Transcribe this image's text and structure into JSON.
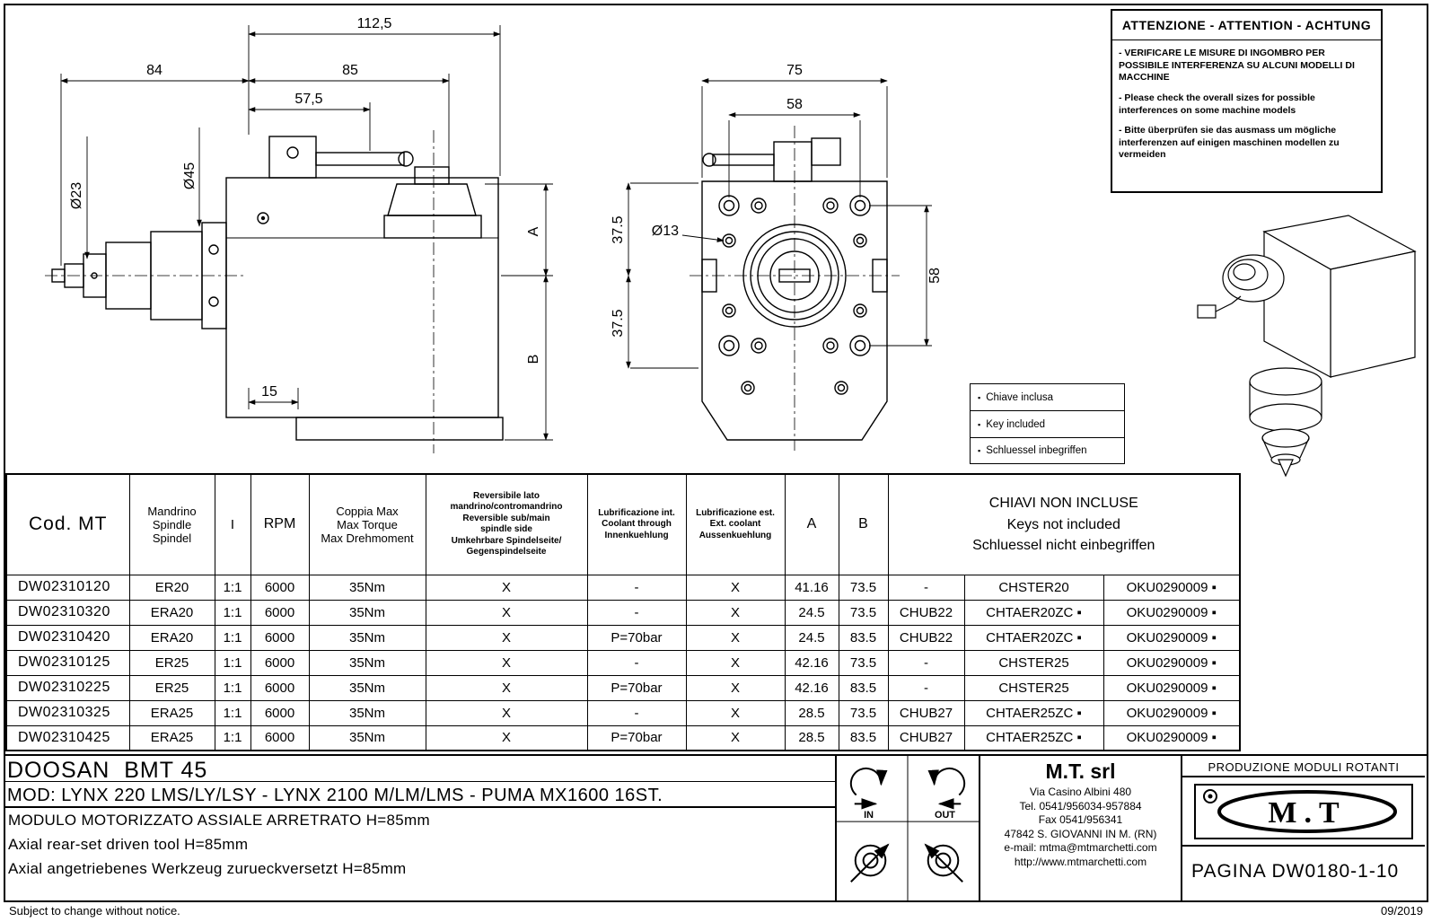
{
  "page": {
    "footnote": "Subject to change without notice.",
    "date": "09/2019"
  },
  "warning": {
    "title": "ATTENZIONE - ATTENTION - ACHTUNG",
    "items": [
      "- VERIFICARE LE MISURE DI INGOMBRO PER POSSIBILE INTERFERENZA SU ALCUNI MODELLI DI MACCHINE",
      "- Please check the overall sizes for possible interferences on some machine models",
      "- Bitte überprüfen sie das ausmass um mögliche interferenzen auf einigen maschinen modellen zu vermeiden"
    ]
  },
  "keybox": {
    "bullet": "▪",
    "items": [
      "Chiave inclusa",
      "Key included",
      "Schluessel inbegriffen"
    ]
  },
  "side_view": {
    "d1125": "112,5",
    "d84": "84",
    "d85": "85",
    "d575": "57,5",
    "d45": "Ø45",
    "d23": "Ø23",
    "d15": "15",
    "dA": "A",
    "dB": "B"
  },
  "front_view": {
    "d75": "75",
    "d58t": "58",
    "d13": "Ø13",
    "d375a": "37.5",
    "d375b": "37.5",
    "d58r": "58"
  },
  "icons": {
    "in_label": "IN",
    "out_label": "OUT"
  },
  "table": {
    "headers": {
      "cod": "Cod. MT",
      "mandrino": "Mandrino\nSpindle\nSpindel",
      "ratio": "I",
      "rpm": "RPM",
      "torque": "Coppia Max\nMax Torque\nMax Drehmoment",
      "reversible": "Reversibile lato\nmandrino/contromandrino\nReversible sub/main\nspindle side\nUmkehrbare Spindelseite/\nGegenspindelseite",
      "coolant_int": "Lubrificazione int.\nCoolant through\nInnenkuehlung",
      "coolant_ext": "Lubrificazione est.\nExt. coolant\nAussenkuehlung",
      "a": "A",
      "b": "B",
      "keys": "CHIAVI NON INCLUSE\nKeys not included\nSchluessel nicht einbegriffen"
    },
    "rows": [
      [
        "DW02310120",
        "ER20",
        "1:1",
        "6000",
        "35Nm",
        "X",
        "-",
        "X",
        "41.16",
        "73.5",
        "-",
        "CHSTER20",
        "OKU0290009 ▪"
      ],
      [
        "DW02310320",
        "ERA20",
        "1:1",
        "6000",
        "35Nm",
        "X",
        "-",
        "X",
        "24.5",
        "73.5",
        "CHUB22",
        "CHTAER20ZC ▪",
        "OKU0290009 ▪"
      ],
      [
        "DW02310420",
        "ERA20",
        "1:1",
        "6000",
        "35Nm",
        "X",
        "P=70bar",
        "X",
        "24.5",
        "83.5",
        "CHUB22",
        "CHTAER20ZC ▪",
        "OKU0290009 ▪"
      ],
      [
        "DW02310125",
        "ER25",
        "1:1",
        "6000",
        "35Nm",
        "X",
        "-",
        "X",
        "42.16",
        "73.5",
        "-",
        "CHSTER25",
        "OKU0290009 ▪"
      ],
      [
        "DW02310225",
        "ER25",
        "1:1",
        "6000",
        "35Nm",
        "X",
        "P=70bar",
        "X",
        "42.16",
        "83.5",
        "-",
        "CHSTER25",
        "OKU0290009 ▪"
      ],
      [
        "DW02310325",
        "ERA25",
        "1:1",
        "6000",
        "35Nm",
        "X",
        "-",
        "X",
        "28.5",
        "73.5",
        "CHUB27",
        "CHTAER25ZC ▪",
        "OKU0290009 ▪"
      ],
      [
        "DW02310425",
        "ERA25",
        "1:1",
        "6000",
        "35Nm",
        "X",
        "P=70bar",
        "X",
        "28.5",
        "83.5",
        "CHUB27",
        "CHTAER25ZC ▪",
        "OKU0290009 ▪"
      ]
    ]
  },
  "footer": {
    "machine": "DOOSAN  BMT 45",
    "mod": "MOD: LYNX 220 LMS/LY/LSY - LYNX 2100 M/LM/LMS - PUMA MX1600 16ST.",
    "desc_it": "MODULO MOTORIZZATO ASSIALE ARRETRATO H=85mm",
    "desc_en": "Axial rear-set driven tool H=85mm",
    "desc_de": "Axial angetriebenes Werkzeug zurueckversetzt H=85mm",
    "company": {
      "name": "M.T. srl",
      "lines": [
        "Via Casino Albini 480",
        "Tel. 0541/956034-957884",
        "Fax 0541/956341",
        "47842 S. GIOVANNI IN M. (RN)",
        "e-mail: mtma@mtmarchetti.com",
        "http://www.mtmarchetti.com"
      ]
    },
    "prod_title": "PRODUZIONE MODULI ROTANTI",
    "logo_text": "M.T",
    "page_label": "PAGINA DW0180-1-10"
  }
}
